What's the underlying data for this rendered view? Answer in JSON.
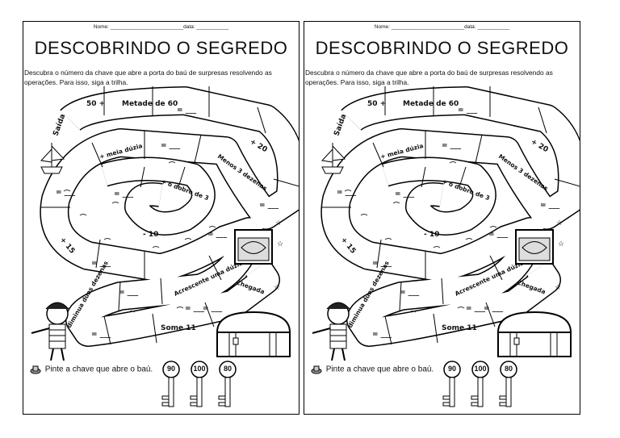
{
  "header": "Nome: _________________________data: ___________",
  "title": "DESCOBRINDO O SEGREDO",
  "instruction": "Descubra o número da chave que abre a porta do baú de surpresas resolvendo as operações. Para isso, siga a trilha.",
  "trail": {
    "start": "Saída",
    "end": "Chegada",
    "steps": [
      "50 +",
      "Metade de 60",
      "= ___",
      "+ 20",
      "= ___",
      "Menos 3 dezenas",
      "= ___",
      "+ meia dúzia",
      "= ___",
      "= ___",
      "+ o dobro de 3",
      "= ___",
      "- 10",
      "= ___",
      "+ 15",
      "= ___",
      "diminua duas dezenas",
      "= ___",
      "Acrescente uma dúzia",
      "= ___",
      "Some 11",
      "= ___"
    ]
  },
  "footer": {
    "prompt": "Pinte a chave que abre o baú."
  },
  "keys": [
    "90",
    "100",
    "80"
  ],
  "colors": {
    "ink": "#111111",
    "paper": "#ffffff",
    "path_fill": "#ffffff",
    "water_marks": "#333333"
  },
  "icons": [
    "pencil-icon",
    "ship-icon",
    "pirate-icon",
    "treasure-chest-icon",
    "star-icon",
    "key-icon"
  ]
}
